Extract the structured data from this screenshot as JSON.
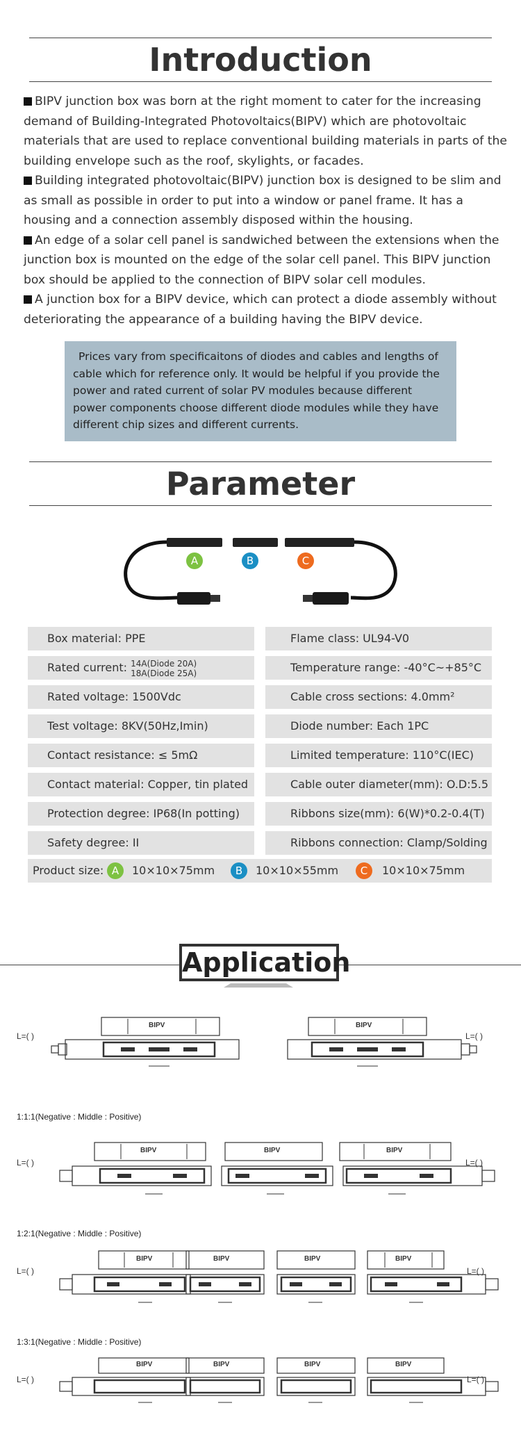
{
  "introduction": {
    "title": "Introduction",
    "paragraphs": [
      "BIPV junction box was born at the right moment to cater for the increasing demand of Building-Integrated Photovoltaics(BIPV) which are photovoltaic materials that are used to replace conventional building materials in parts of the building envelope such as the roof, skylights, or facades.",
      "Building integrated photovoltaic(BIPV) junction box is designed to be slim and as small as possible in order to put into a window or panel frame. It has a housing and a connection assembly disposed within the housing.",
      "An edge of a solar cell panel is sandwiched between the extensions when the junction box is mounted on the edge of the solar cell panel. This BIPV junction box should be applied to the connection of BIPV solar cell modules.",
      "A junction box for a BIPV device, which can protect a diode assembly without deteriorating the appearance of a building having the BIPV device."
    ],
    "note": "Prices vary from specificaitons of diodes and cables and lengths of cable which for reference only. It would be helpful if you provide the power and rated current of solar PV modules because different power components choose different diode modules while they have different chip sizes and different currents."
  },
  "parameter": {
    "title": "Parameter",
    "labels": {
      "a": "A",
      "b": "B",
      "c": "C"
    },
    "colors": {
      "a": "#7dc242",
      "b": "#1b8fc4",
      "c": "#ee6b1f"
    },
    "left": [
      "Box material: PPE",
      "Rated current:",
      "Rated voltage: 1500Vdc",
      "Test voltage: 8KV(50Hz,Imin)",
      "Contact resistance: ≤ 5mΩ",
      "Contact material: Copper, tin plated",
      "Protection degree: IP68(In potting)",
      "Safety degree: II"
    ],
    "rated_current_values": [
      "14A(Diode 20A)",
      "18A(Diode 25A)"
    ],
    "right": [
      "Flame class: UL94-V0",
      "Temperature range: -40°C~+85°C",
      "Cable cross sections: 4.0mm²",
      "Diode number: Each 1PC",
      "Limited temperature: 110°C(IEC)",
      "Cable outer diameter(mm): O.D:5.5",
      "Ribbons size(mm): 6(W)*0.2-0.4(T)",
      "Ribbons connection: Clamp/Solding"
    ],
    "product_size_label": "Product size:",
    "sizes": {
      "a": "10×10×75mm",
      "b": "10×10×55mm",
      "c": "10×10×75mm"
    }
  },
  "application": {
    "title": "Application",
    "panel_text": "BIPV",
    "length_label": "L=(      )",
    "ratios": [
      "1:1:1(Negative : Middle : Positive)",
      "1:2:1(Negative : Middle : Positive)",
      "1:3:1(Negative : Middle : Positive)"
    ]
  }
}
